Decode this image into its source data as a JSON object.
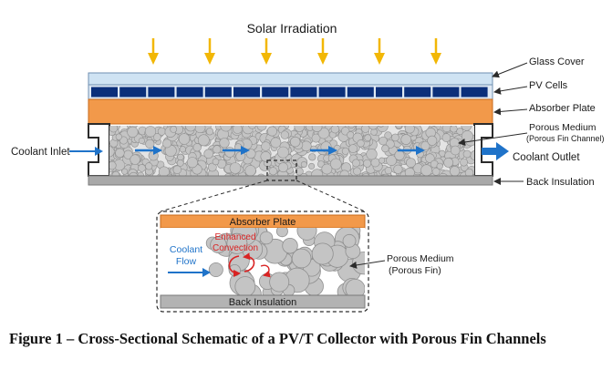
{
  "colors": {
    "glass": "#cfe3f3",
    "glass_stroke": "#6f8fb0",
    "pv": "#0b2f7a",
    "absorber": "#f2994a",
    "absorber_stroke": "#c86a1a",
    "insulation": "#a9a9a9",
    "porous_bg": "#e4e4e4",
    "pebble": "#c4c4c4",
    "pebble_stroke": "#8f8f8f",
    "sun_arrow": "#f2b705",
    "flow_arrow": "#1f73c9",
    "convection": "#d92323",
    "dark": "#2b2b2b"
  },
  "labels": {
    "solar_irradiation": "Solar Irradiation",
    "glass_cover": "Glass Cover",
    "pv_cells": "PV Cells",
    "absorber_plate": "Absorber Plate",
    "porous_medium_line1": "Porous Medium",
    "porous_medium_line2": "(Porous Fin Channel)",
    "coolant_inlet": "Coolant Inlet",
    "coolant_outlet": "Coolant Outlet",
    "back_insulation": "Back Insulation"
  },
  "detail": {
    "absorber_plate": "Absorber Plate",
    "back_insulation": "Back Insulation",
    "coolant_line1": "Coolant",
    "coolant_line2": "Flow",
    "enhanced_line1": "Enhanced",
    "enhanced_line2": "Convection",
    "porous_line1": "Porous Medium",
    "porous_line2": "(Porous Fin)"
  },
  "caption": "Figure 1 – Cross-Sectional Schematic of a PV/T Collector with Porous Fin Channels"
}
